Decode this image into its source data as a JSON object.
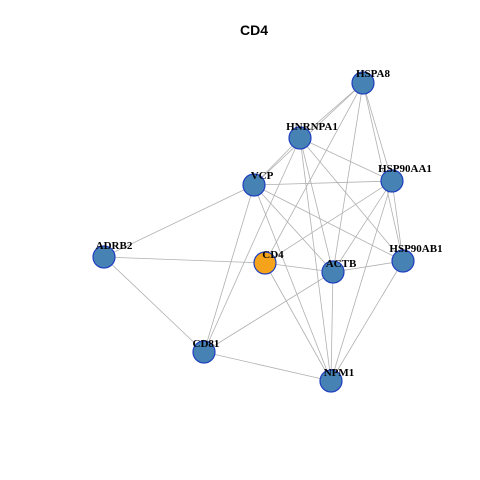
{
  "title": "CD4",
  "colors": {
    "default_node": "#4682b4",
    "highlight_node": "#f5a31a",
    "node_border": "#1f3fbf",
    "edge": "#b0b0b0"
  },
  "nodes": [
    {
      "id": "HSPA8",
      "label": "HSPA8",
      "highlight": false
    },
    {
      "id": "HNRNPA1",
      "label": "HNRNPA1",
      "highlight": false
    },
    {
      "id": "HSP90AA1",
      "label": "HSP90AA1",
      "highlight": false
    },
    {
      "id": "VCP",
      "label": "VCP",
      "highlight": false
    },
    {
      "id": "ADRB2",
      "label": "ADRB2",
      "highlight": false
    },
    {
      "id": "CD4",
      "label": "CD4",
      "highlight": true
    },
    {
      "id": "ACTB",
      "label": "ACTB",
      "highlight": false
    },
    {
      "id": "HSP90AB1",
      "label": "HSP90AB1",
      "highlight": false
    },
    {
      "id": "CD81",
      "label": "CD81",
      "highlight": false
    },
    {
      "id": "NPM1",
      "label": "NPM1",
      "highlight": false
    }
  ],
  "edges": [
    [
      "HSPA8",
      "HNRNPA1"
    ],
    [
      "HSPA8",
      "HSP90AA1"
    ],
    [
      "HSPA8",
      "VCP"
    ],
    [
      "HSPA8",
      "CD4"
    ],
    [
      "HSPA8",
      "ACTB"
    ],
    [
      "HSPA8",
      "HSP90AB1"
    ],
    [
      "HNRNPA1",
      "VCP"
    ],
    [
      "HNRNPA1",
      "HSP90AA1"
    ],
    [
      "HNRNPA1",
      "HSP90AB1"
    ],
    [
      "HNRNPA1",
      "ACTB"
    ],
    [
      "HNRNPA1",
      "NPM1"
    ],
    [
      "HNRNPA1",
      "CD81"
    ],
    [
      "VCP",
      "HSP90AA1"
    ],
    [
      "VCP",
      "ADRB2"
    ],
    [
      "VCP",
      "ACTB"
    ],
    [
      "VCP",
      "HSP90AB1"
    ],
    [
      "VCP",
      "NPM1"
    ],
    [
      "VCP",
      "CD81"
    ],
    [
      "HSP90AA1",
      "HSP90AB1"
    ],
    [
      "HSP90AA1",
      "ACTB"
    ],
    [
      "HSP90AA1",
      "CD4"
    ],
    [
      "HSP90AA1",
      "NPM1"
    ],
    [
      "ADRB2",
      "CD4"
    ],
    [
      "ADRB2",
      "CD81"
    ],
    [
      "CD4",
      "NPM1"
    ],
    [
      "CD4",
      "ACTB"
    ],
    [
      "ACTB",
      "HSP90AB1"
    ],
    [
      "ACTB",
      "NPM1"
    ],
    [
      "ACTB",
      "CD81"
    ],
    [
      "HSP90AB1",
      "NPM1"
    ],
    [
      "CD81",
      "NPM1"
    ]
  ]
}
